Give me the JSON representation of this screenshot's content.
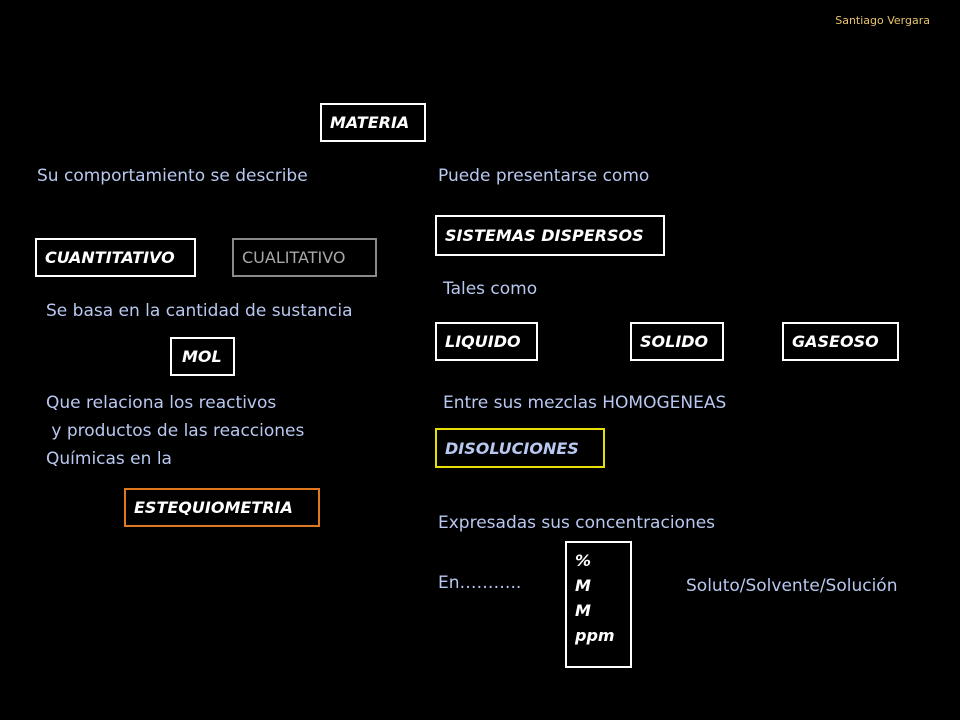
{
  "author": "Santiago Vergara",
  "nodes": {
    "materia": "MATERIA",
    "cuantitativo": "CUANTITATIVO",
    "cualitativo": "CUALITATIVO",
    "mol": "MOL",
    "estequiometria": "ESTEQUIOMETRIA",
    "sistemas_dispersos": "SISTEMAS DISPERSOS",
    "liquido": "LIQUIDO",
    "solido": "SOLIDO",
    "gaseoso": "GASEOSO",
    "disoluciones": "DISOLUCIONES"
  },
  "texts": {
    "comportamiento": "Su comportamiento se describe",
    "presentarse": "Puede presentarse como",
    "tales_como": "Tales como",
    "cantidad": "Se basa en la cantidad de sustancia",
    "relaciona_1": "Que relaciona los reactivos",
    "relaciona_2": " y productos de las reacciones",
    "relaciona_3": "Químicas en la",
    "homogeneas": "Entre sus mezclas HOMOGENEAS",
    "expresadas": "Expresadas sus concentraciones",
    "en": "En………..",
    "soluto": "Soluto/Solvente/Solución"
  },
  "units": [
    "%",
    "M",
    "M",
    "ppm"
  ],
  "colors": {
    "background": "#000000",
    "text": "#b8c8f0",
    "box_border": "#ffffff",
    "cualitativo_border": "#8a8a8a",
    "disoluciones_border": "#e8e000",
    "estequiometria_border": "#e07820",
    "author": "#e8c46c"
  }
}
